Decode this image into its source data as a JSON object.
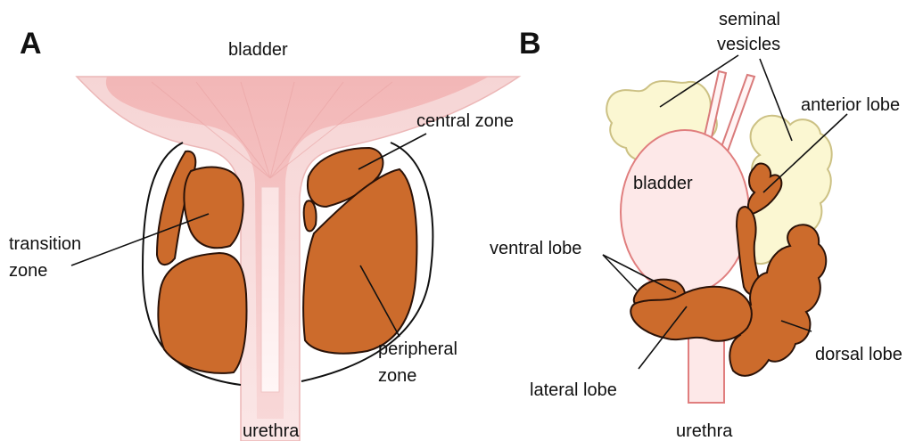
{
  "panel_a": {
    "letter": "A",
    "labels": {
      "bladder": "bladder",
      "central_zone": "central zone",
      "transition_zone": [
        "transition",
        "zone"
      ],
      "peripheral_zone": [
        "peripheral",
        "zone"
      ],
      "urethra": "urethra"
    }
  },
  "panel_b": {
    "letter": "B",
    "labels": {
      "seminal_vesicles": [
        "seminal",
        "vesicles"
      ],
      "anterior_lobe": "anterior lobe",
      "bladder": "bladder",
      "ventral_lobe": "ventral lobe",
      "lateral_lobe": "lateral lobe",
      "dorsal_lobe": "dorsal lobe",
      "urethra": "urethra"
    }
  },
  "colors": {
    "prostate_tissue": "#cc6b2c",
    "bladder_wall": "#f4c7c7",
    "bladder_fill": "#fde8e8",
    "urethra_stroke": "#e07e7e",
    "seminal_vesicle": "#fbf7d2",
    "seminal_vesicle_stroke": "#ccc184"
  },
  "icons": {
    "prostate_zonal_anatomy": "prostate-zonal-anatomy-illustration",
    "prostate_lobes": "prostate-lobes-illustration"
  }
}
